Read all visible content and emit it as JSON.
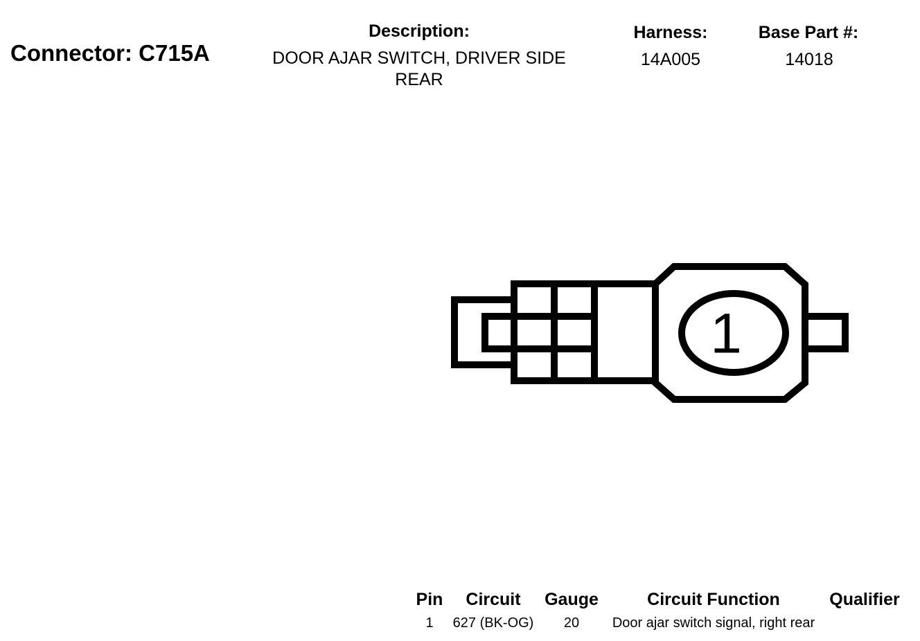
{
  "connector": {
    "title": "Connector: C715A",
    "description_label": "Description:",
    "description": "DOOR AJAR SWITCH, DRIVER SIDE REAR",
    "harness_label": "Harness:",
    "harness": "14A005",
    "base_part_label": "Base Part #:",
    "base_part": "14018"
  },
  "diagram": {
    "pin_label": "1",
    "line_color": "#000000"
  },
  "pin_table": {
    "headers": {
      "pin": "Pin",
      "circuit": "Circuit",
      "gauge": "Gauge",
      "circuit_function": "Circuit Function",
      "qualifier": "Qualifier"
    },
    "rows": [
      {
        "pin": "1",
        "circuit": "627 (BK-OG)",
        "gauge": "20",
        "circuit_function": "Door ajar switch signal, right rear",
        "qualifier": ""
      }
    ]
  }
}
